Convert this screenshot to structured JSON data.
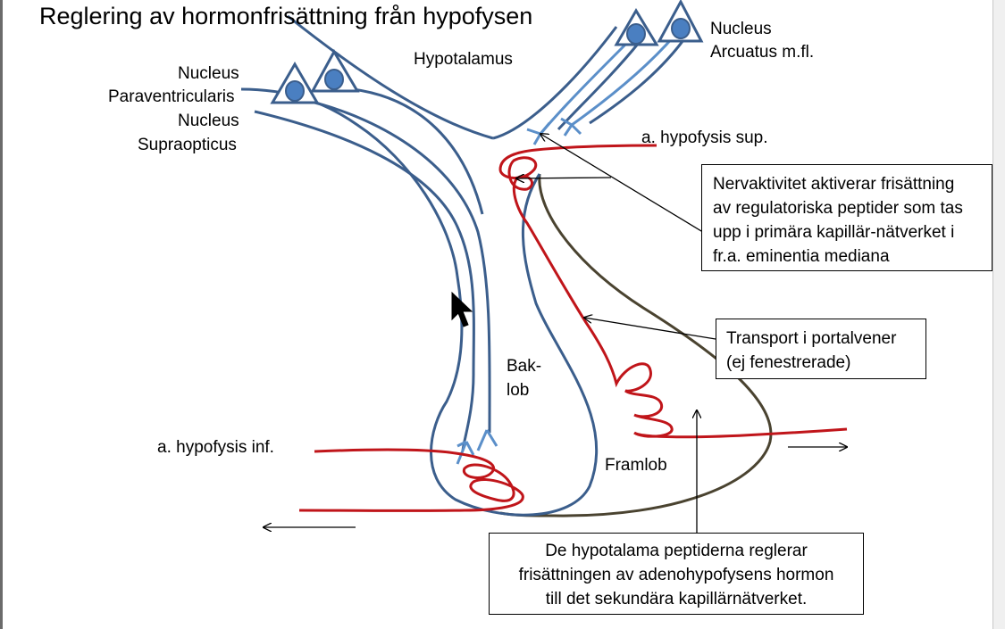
{
  "title": "Reglering av hormonfrisättning från hypofysen",
  "labels": {
    "hypothalamus": "Hypotalamus",
    "paraventricularis": [
      "Nucleus",
      "Paraventricularis",
      "Nucleus",
      "Supraopticus"
    ],
    "arcuatus": [
      "Nucleus",
      "Arcuatus m.fl."
    ],
    "a_hypofysis_sup": "a. hypofysis sup.",
    "a_hypofysis_inf": "a. hypofysis inf.",
    "baklob": [
      "Bak-",
      "lob"
    ],
    "framlob": "Framlob"
  },
  "boxes": {
    "nerve_activity": [
      "Nervaktivitet aktiverar frisättning",
      "av regulatoriska peptider som tas",
      "upp i primära kapillär-nätverket i",
      "fr.a. eminentia mediana"
    ],
    "portal_transport": [
      "Transport i portalvener",
      "(ej fenestrerade)"
    ],
    "peptides_regulate": [
      "De hypotalama peptiderna reglerar",
      "frisättningen av adenohypofysens hormon",
      "till det sekundära kapillärnätverket."
    ]
  },
  "colors": {
    "neuron": "#3b5e8c",
    "axon_light": "#5b8fc9",
    "nucleus_fill": "#4a7fc1",
    "artery": "#c0151a",
    "anterior_lobe": "#4a4330",
    "arrow": "#000000"
  }
}
